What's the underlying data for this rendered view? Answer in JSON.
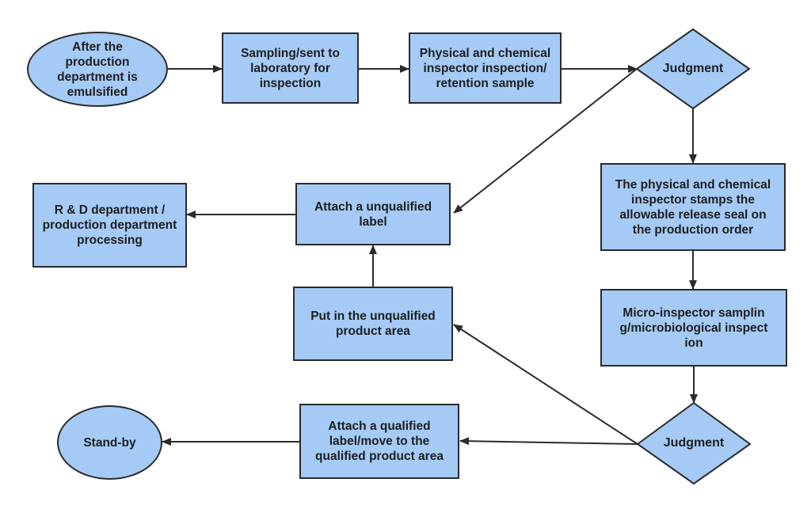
{
  "nodes": {
    "start": "After the production department is emulsified",
    "sampling": "Sampling/sent to laboratory for inspection",
    "physical_inspection": "Physical and chemical inspector inspection/ retention sample",
    "judgment_top": "Judgment",
    "stamp_release": "The physical and chemical inspector stamps the allowable release seal on the production order",
    "micro_inspection": "Micro-inspector sampling/microbiological inspection",
    "judgment_bottom": "Judgment",
    "attach_unqualified": "Attach a unqualified label",
    "rd_processing": "R & D department / production department processing",
    "unqualified_area": "Put in the unqualified product area",
    "attach_qualified": "Attach a qualified label/move to the qualified product area",
    "standby": "Stand-by"
  },
  "colors": {
    "fill": "#a4caf5",
    "stroke": "#2b2b2b"
  }
}
